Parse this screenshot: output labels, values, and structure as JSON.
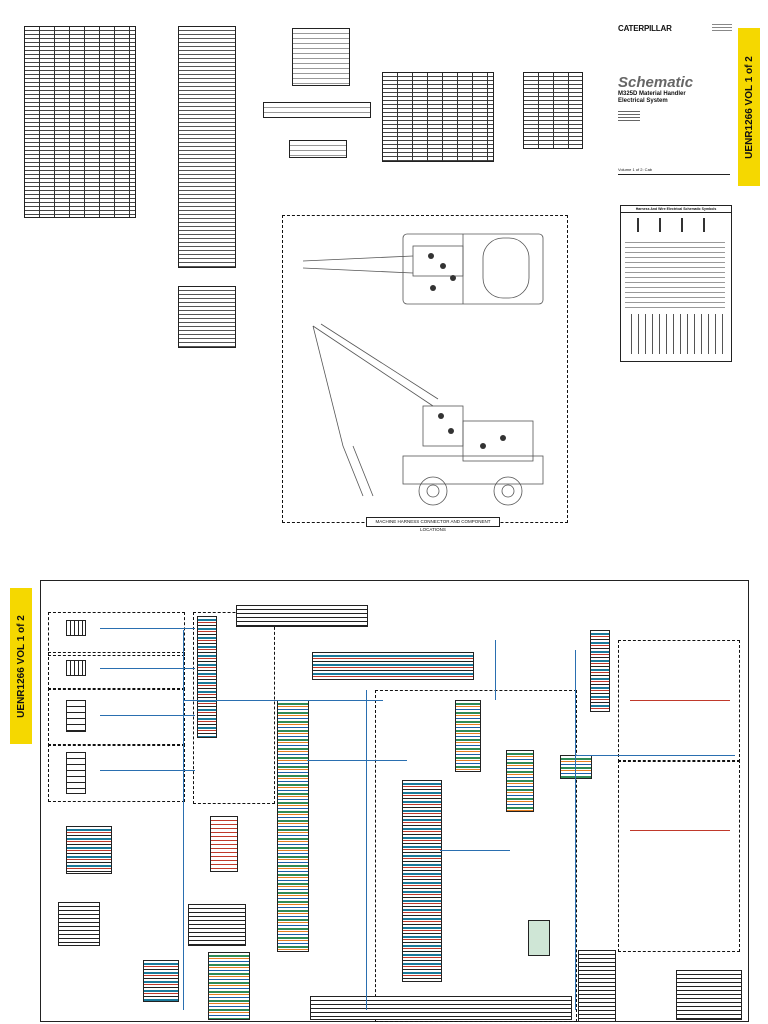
{
  "document": {
    "brand": "CATERPILLAR",
    "title": "Schematic",
    "subtitle_line1": "M325D Material Handler",
    "subtitle_line2": "Electrical System",
    "volume_label": "Volume 1 of 2: Cab",
    "vol_tag": "UENR1266 VOL 1 of 2",
    "caption": "MACHINE HARNESS CONNECTOR AND COMPONENT LOCATIONS",
    "legend_title": "Harness And Wire Electrical Schematic Symbols"
  },
  "colors": {
    "accent_yellow": "#f5d800",
    "wire_blue": "#2a6fb0",
    "wire_teal": "#1b7a9b",
    "wire_red": "#c0392b",
    "wire_green": "#2e8b57",
    "wire_orange": "#e67e22"
  }
}
